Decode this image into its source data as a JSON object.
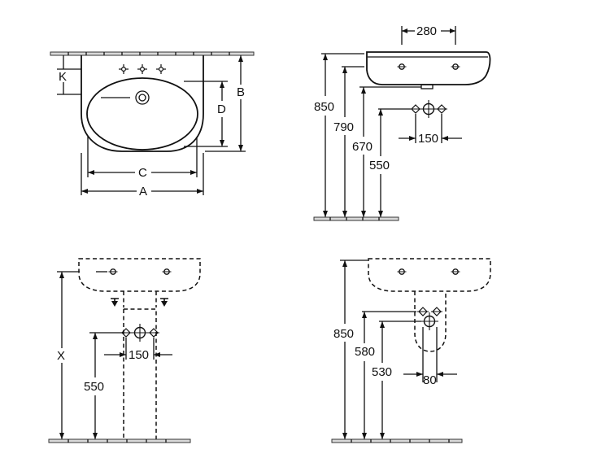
{
  "top_view": {
    "label_k": "K",
    "label_d": "D",
    "label_b": "B",
    "label_c": "C",
    "label_a": "A"
  },
  "side_view": {
    "width_280": "280",
    "height_850": "850",
    "height_790": "790",
    "height_670": "670",
    "height_550": "550",
    "spacing_150": "150"
  },
  "pedestal_view": {
    "height_x": "X",
    "height_550": "550",
    "spacing_150": "150"
  },
  "semi_pedestal_view": {
    "height_850": "850",
    "height_580": "580",
    "height_530": "530",
    "width_80": "80"
  }
}
